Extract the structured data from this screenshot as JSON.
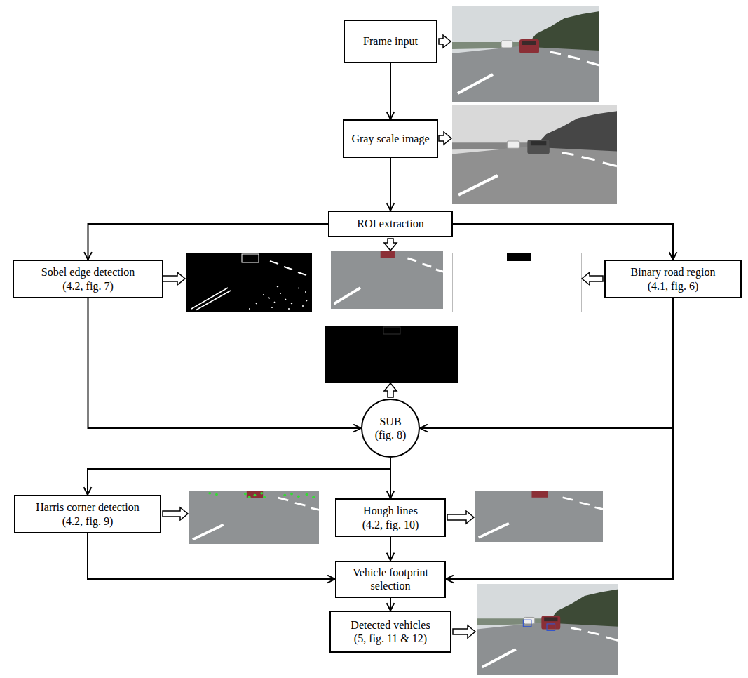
{
  "diagram": {
    "nodes": [
      {
        "text": [
          "Frame input"
        ]
      },
      {
        "text": [
          "Gray scale image"
        ]
      },
      {
        "text": [
          "ROI extraction"
        ]
      },
      {
        "text": [
          "Sobel edge detection (4.2, fig. 7)"
        ]
      },
      {
        "text": [
          "Binary road region (4.1, fig. 6)"
        ]
      },
      {
        "text": [
          "SUB (fig. 8)"
        ]
      },
      {
        "text": [
          "Harris corner detection (4.2, fig. 9)"
        ]
      },
      {
        "text": [
          "Hough lines (4.2, fig. 10)"
        ]
      },
      {
        "text": [
          "Vehicle footprint selection"
        ]
      },
      {
        "text": [
          "Detected vehicles (5, fig. 11 & 12)"
        ]
      }
    ],
    "edges": [
      {
        "from": 0,
        "to": 1,
        "arrow": "to"
      },
      {
        "from": 1,
        "to": 2,
        "arrow": "to"
      },
      {
        "from": 2,
        "to": 3,
        "arrow": "to"
      },
      {
        "from": 2,
        "to": 4,
        "arrow": "to"
      },
      {
        "from": 3,
        "to": 5,
        "arrow": "to"
      },
      {
        "from": 4,
        "to": 5,
        "arrow": "to"
      },
      {
        "from": 5,
        "to": 6,
        "arrow": "to"
      },
      {
        "from": 5,
        "to": 7,
        "arrow": "to"
      },
      {
        "from": 7,
        "to": 8,
        "arrow": "to"
      },
      {
        "from": 6,
        "to": 8,
        "arrow": "to"
      },
      {
        "from": 4,
        "to": 8,
        "arrow": "to"
      },
      {
        "from": 8,
        "to": 9,
        "arrow": "to"
      }
    ]
  }
}
